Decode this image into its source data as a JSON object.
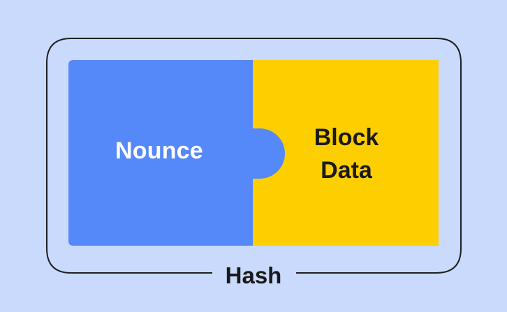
{
  "diagram": {
    "pieces": [
      {
        "label": "Nounce"
      },
      {
        "label_line1": "Block",
        "label_line2": "Data"
      }
    ],
    "frame_label": "Hash"
  },
  "colors": {
    "background": "#c9dafd",
    "frame_stroke": "#1f1f1f",
    "nounce_fill": "#5588f8",
    "block_fill": "#fdce00",
    "nounce_text": "#ffffff",
    "block_text": "#1a1a1a",
    "hash_text": "#1a1a1a"
  }
}
